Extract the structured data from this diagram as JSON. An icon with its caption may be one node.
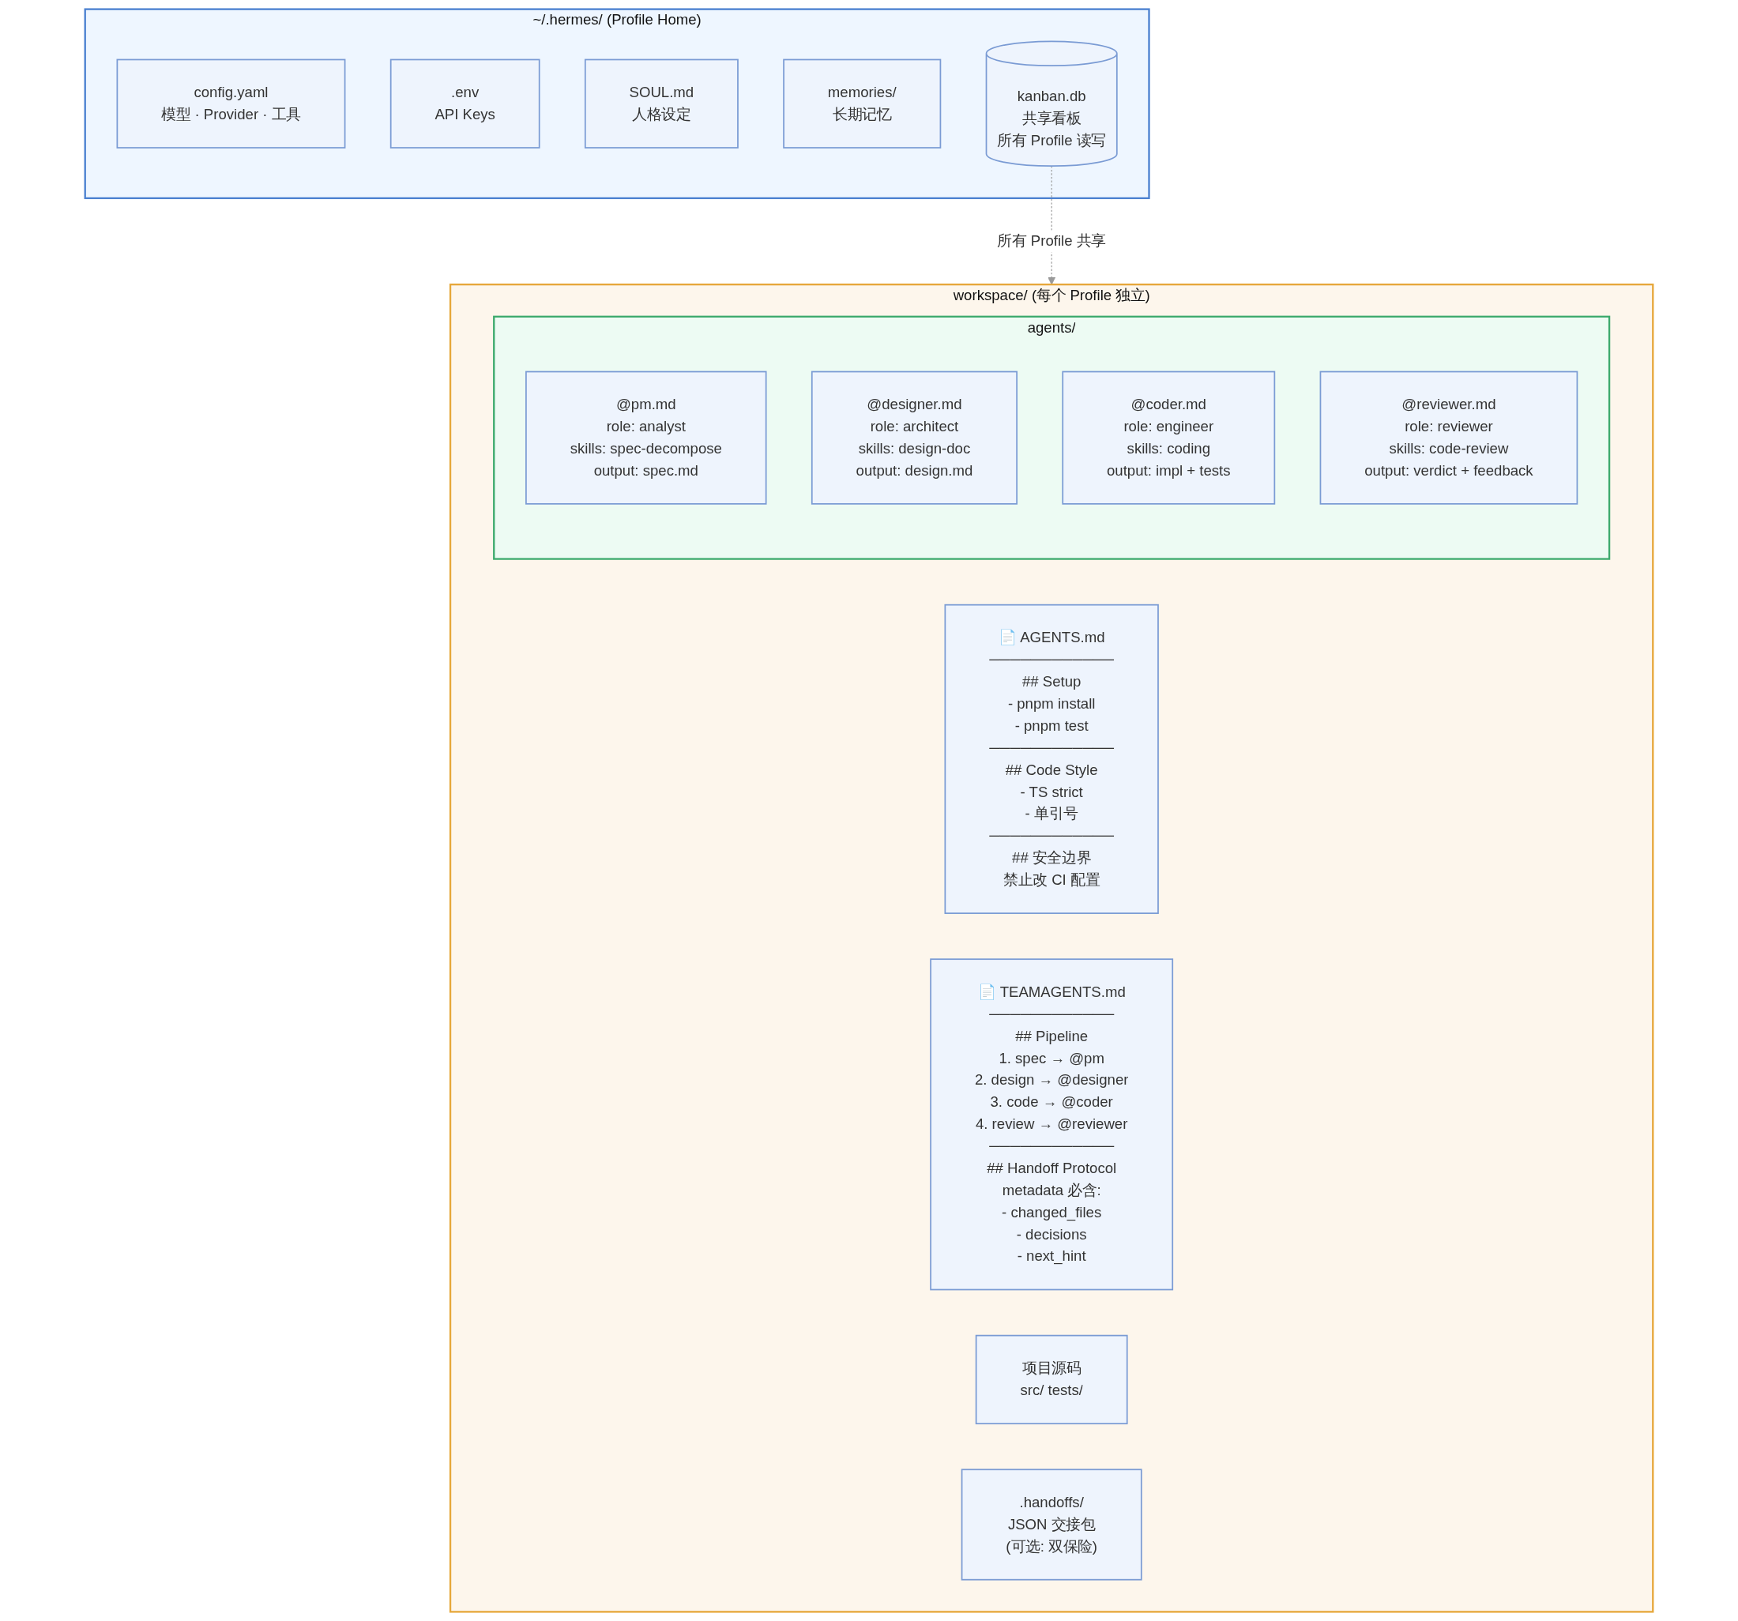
{
  "diagram": {
    "nodes": [
      {
        "text": [
          "~/.hermes/ (Profile Home)"
        ]
      },
      {
        "text": [
          "config.yaml",
          "模型 · Provider · 工具"
        ],
        "in": 0
      },
      {
        "text": [
          ".env",
          "API Keys"
        ],
        "in": 0
      },
      {
        "text": [
          "SOUL.md",
          "人格设定"
        ],
        "in": 0
      },
      {
        "text": [
          "memories/",
          "长期记忆"
        ],
        "in": 0
      },
      {
        "text": [
          "kanban.db",
          "共享看板",
          "所有 Profile 读写"
        ],
        "in": 0
      },
      {
        "text": [
          "workspace/ (每个 Profile 独立)"
        ]
      },
      {
        "text": [
          "agents/"
        ],
        "in": 6
      },
      {
        "text": [
          "@pm.md",
          "role: analyst",
          "skills: spec-decompose",
          "output: spec.md"
        ],
        "in": 7
      },
      {
        "text": [
          "@designer.md",
          "role: architect",
          "skills: design-doc",
          "output: design.md"
        ],
        "in": 7
      },
      {
        "text": [
          "@coder.md",
          "role: engineer",
          "skills: coding",
          "output: impl + tests"
        ],
        "in": 7
      },
      {
        "text": [
          "@reviewer.md",
          "role: reviewer",
          "skills: code-review",
          "output: verdict + feedback"
        ],
        "in": 7
      },
      {
        "text": [
          "📄 AGENTS.md",
          "────────────",
          "## Setup",
          "- pnpm install",
          "- pnpm test",
          "────────────",
          "## Code Style",
          "- TS strict",
          "- 单引号",
          "────────────",
          "## 安全边界",
          "禁止改 CI 配置"
        ],
        "in": 6
      },
      {
        "text": [
          "📄 TEAMAGENTS.md",
          "────────────",
          "## Pipeline",
          "1. spec → @pm",
          "2. design → @designer",
          "3. code → @coder",
          "4. review → @reviewer",
          "────────────",
          "## Handoff Protocol",
          "metadata 必含:",
          "- changed_files",
          "- decisions",
          "- next_hint"
        ],
        "in": 6
      },
      {
        "text": [
          "项目源码",
          "src/ tests/"
        ],
        "in": 6
      },
      {
        "text": [
          ".handoffs/",
          "JSON 交接包",
          "(可选: 双保险)"
        ],
        "in": 6
      }
    ],
    "edges": [
      {
        "from": 5,
        "to": 6,
        "arrow": "to",
        "style": "dashed",
        "label": "所有 Profile 共享"
      }
    ]
  }
}
